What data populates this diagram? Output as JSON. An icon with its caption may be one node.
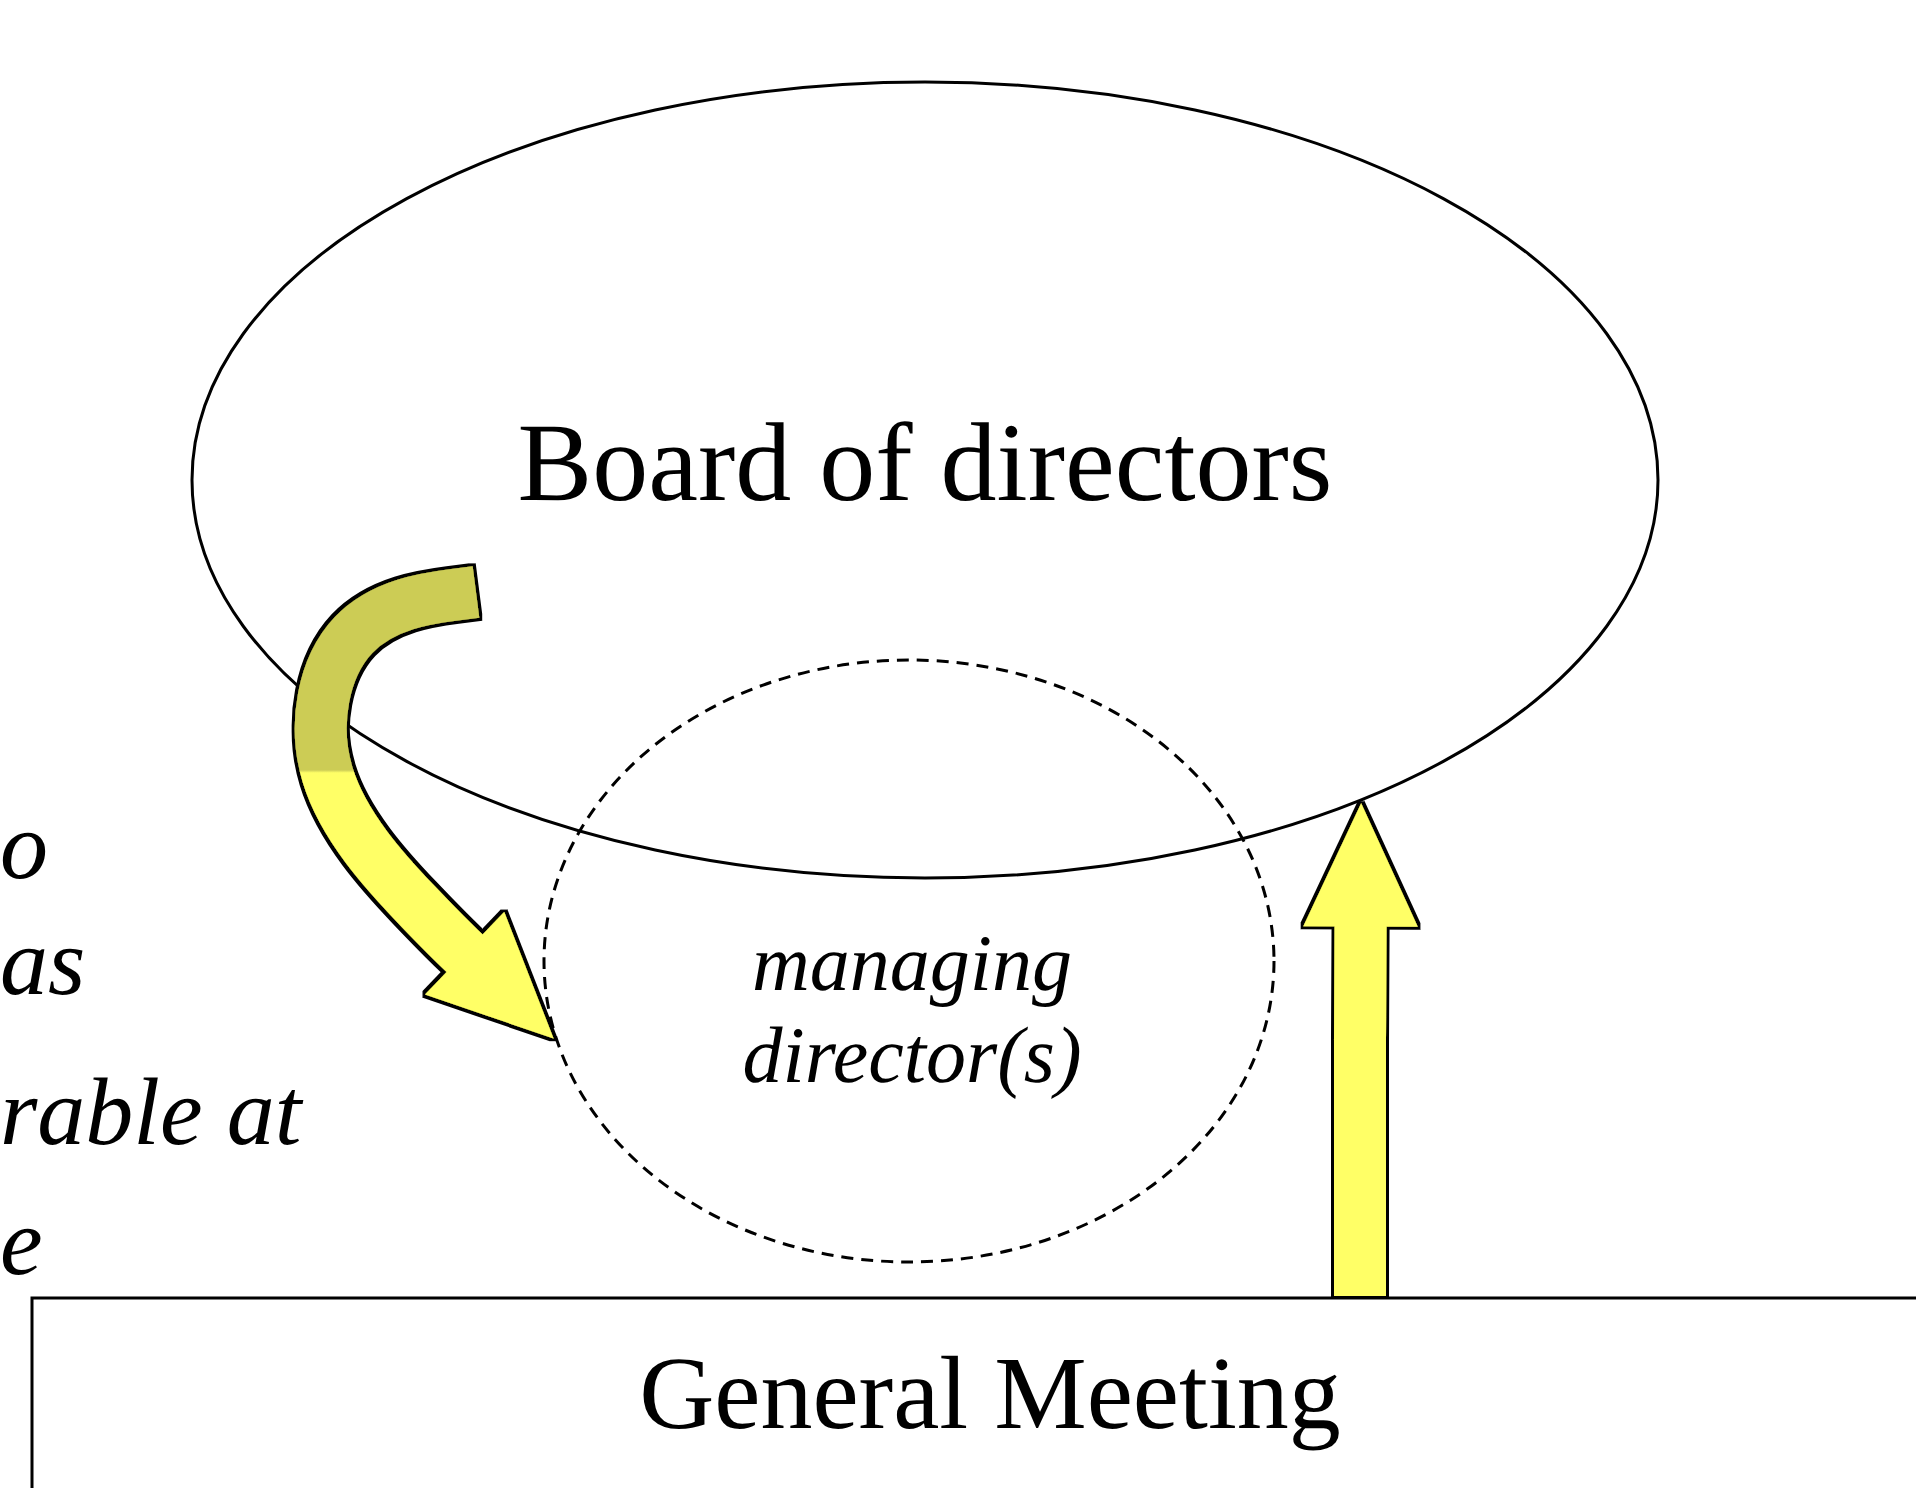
{
  "diagram": {
    "nodes": [
      {
        "text": [
          "Board of directors"
        ]
      },
      {
        "text": [
          "managing director(s)"
        ]
      },
      {
        "text": [
          "General Meeting"
        ]
      }
    ],
    "edges": [
      {
        "from": 0,
        "to": 1,
        "arrow": "to"
      },
      {
        "from": 2,
        "to": 0,
        "arrow": "to"
      }
    ],
    "labels": [
      "o",
      "as",
      "rable at",
      "e"
    ]
  }
}
